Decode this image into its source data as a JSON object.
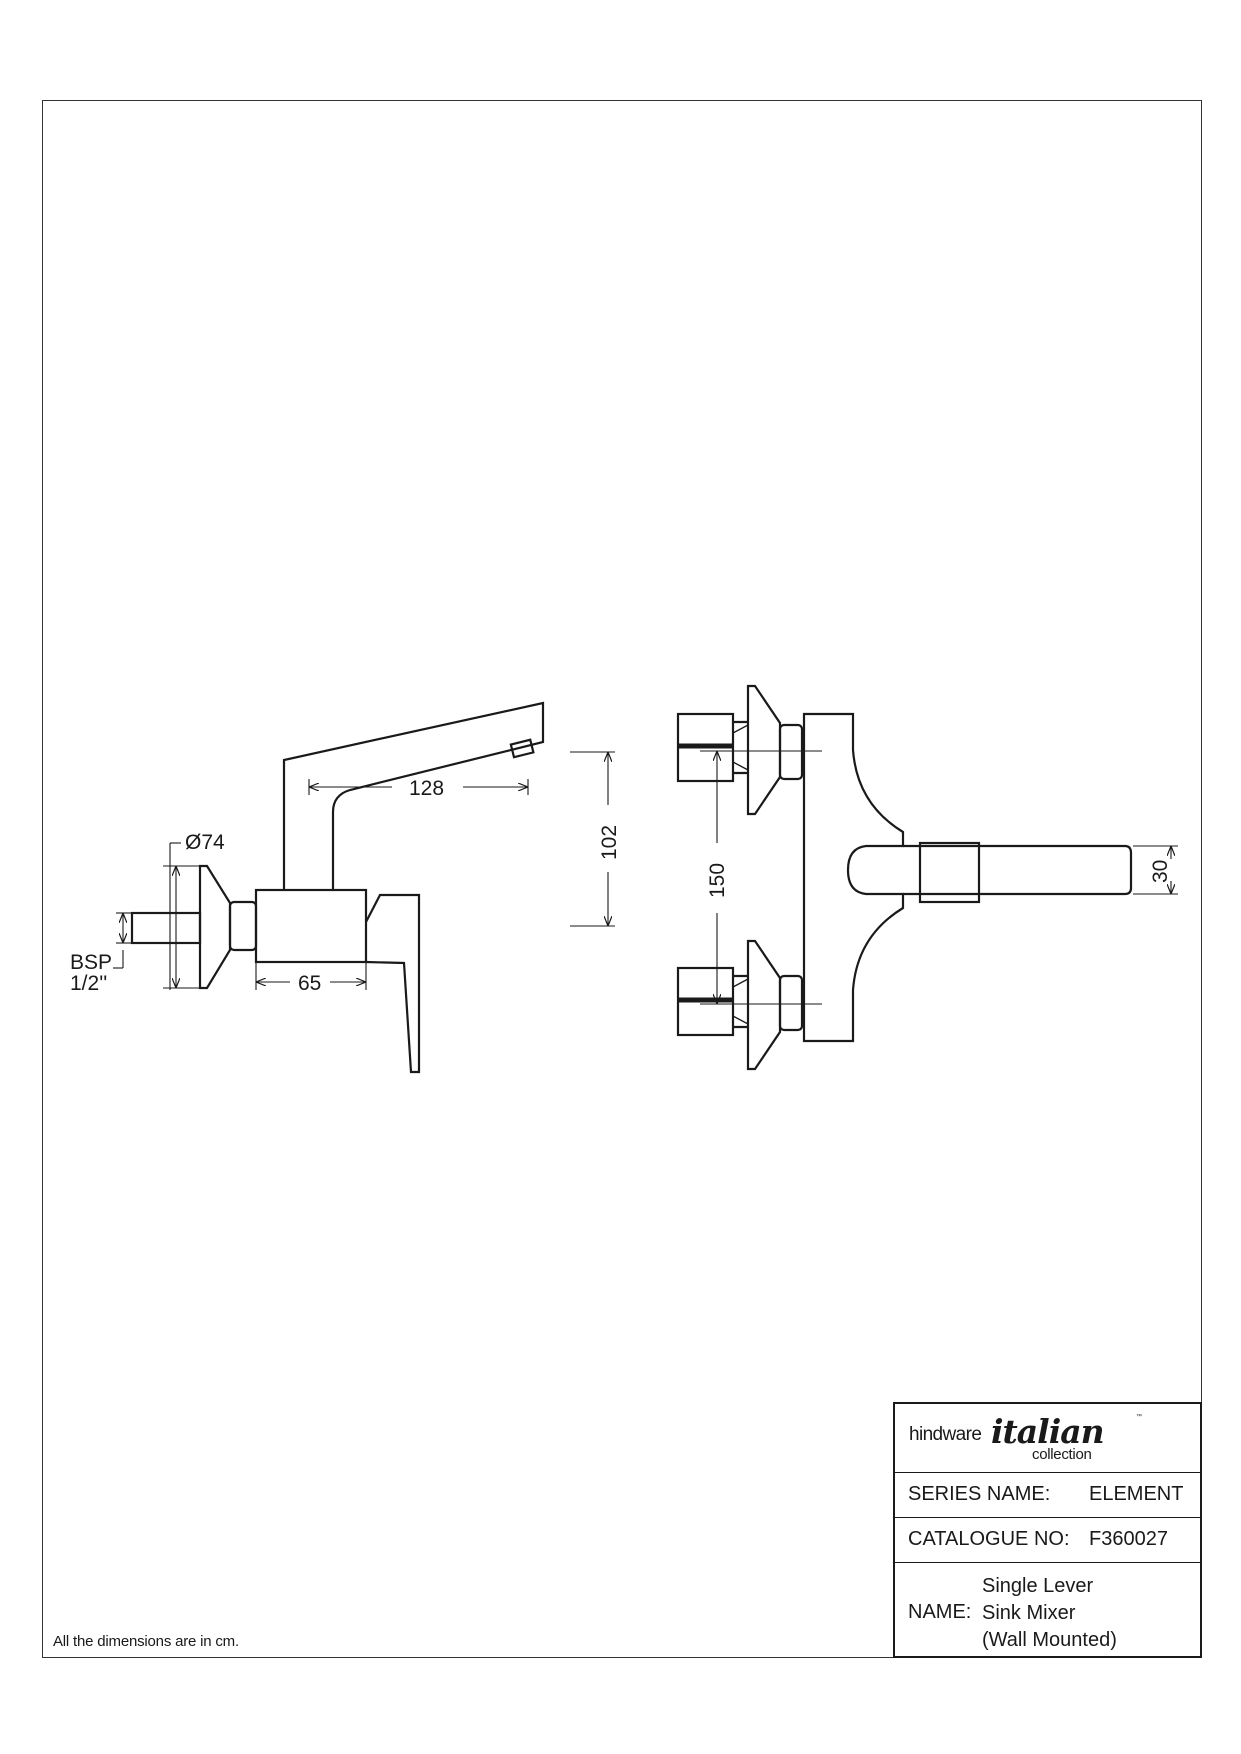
{
  "dimensions": {
    "spout_reach": "128",
    "height": "102",
    "inlet_diameter": "Ø74",
    "body_length": "65",
    "thread_line1": "BSP",
    "thread_line2": "1/2''",
    "inlet_centers": "150",
    "spout_thickness": "30"
  },
  "footnote": "All the dimensions are in cm.",
  "title_block": {
    "logo": {
      "brand": "hindware",
      "line": "italian",
      "sub": "collection",
      "tm": "™"
    },
    "series_label": "SERIES NAME:",
    "series_value": "ELEMENT",
    "catalogue_label": "CATALOGUE NO:",
    "catalogue_value": "F360027",
    "name_label": "NAME:",
    "name_line1": "Single Lever",
    "name_line2": "Sink Mixer",
    "name_line3": "(Wall Mounted)"
  },
  "colors": {
    "line": "#1a1a1a",
    "border": "#333333",
    "background": "#ffffff"
  }
}
